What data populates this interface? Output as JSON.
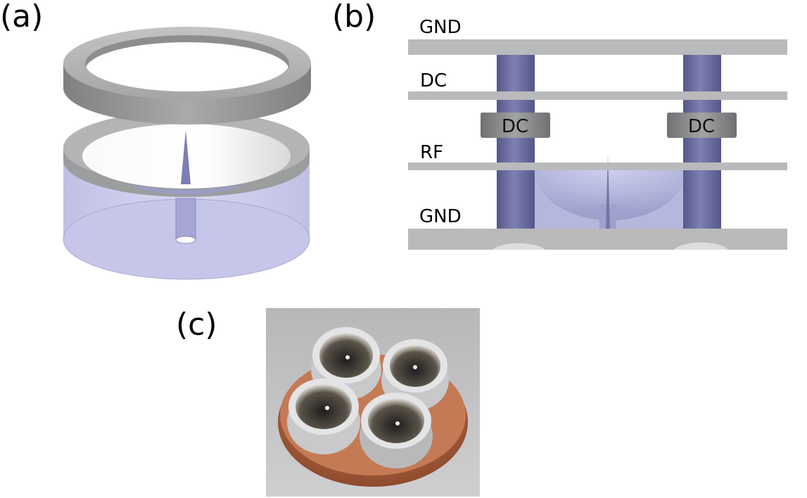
{
  "panels": {
    "a": {
      "label": "(a)"
    },
    "b": {
      "label": "(b)",
      "layers": {
        "gnd_top": "GND",
        "dc": "DC",
        "rf": "RF",
        "gnd_bottom": "GND"
      },
      "spacers": {
        "left": "DC",
        "right": "DC"
      }
    },
    "c": {
      "label": "(c)"
    }
  },
  "colors": {
    "plate_gray": "#b8b9ba",
    "rod_purple": "#6b6d9e",
    "cylinder_lavender": "#c8c8ea",
    "ring_gray": "#9a9b9c",
    "spacer_gray": "#8d8e8f",
    "copper": "#b8653f"
  }
}
